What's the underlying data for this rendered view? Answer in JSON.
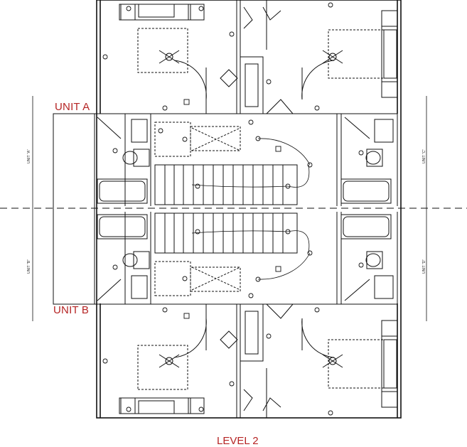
{
  "labels": {
    "unit_a": "UNIT A",
    "unit_b": "UNIT B",
    "level": "LEVEL 2"
  },
  "side_notes": {
    "left_top": "UNIT \"A\"",
    "left_bottom": "UNIT \"B\"",
    "right_top": "UNIT \"C\"",
    "right_bottom": "UNIT \"D\""
  },
  "colors": {
    "label": "#b52424",
    "line": "#111111"
  }
}
